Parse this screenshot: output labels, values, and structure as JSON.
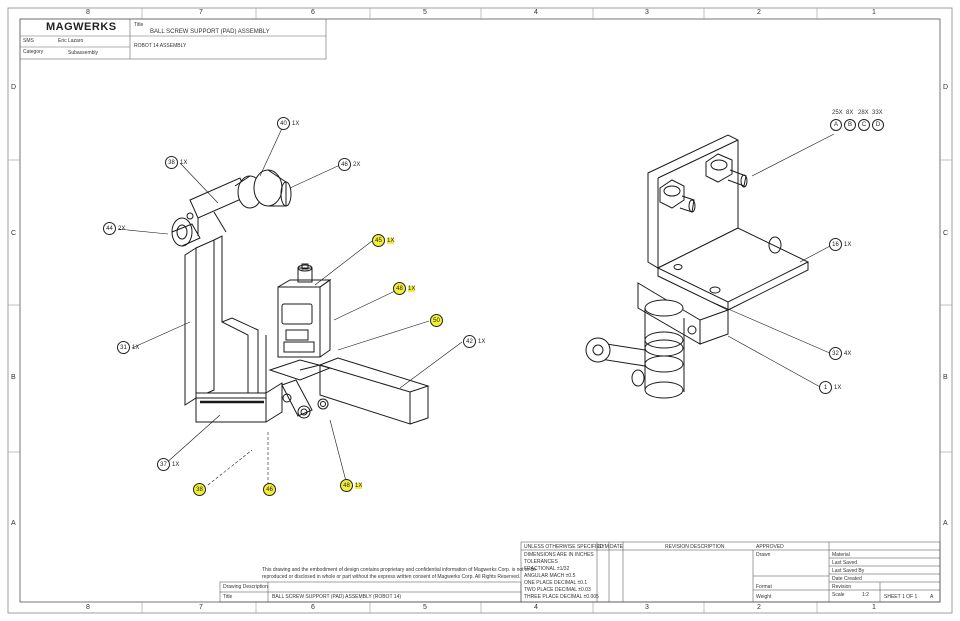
{
  "header": {
    "company": "MAGWERKS",
    "part_title": "BALL SCREW SUPPORT (PAD) ASSEMBLY",
    "part_number": "ROBOT 14 ASSEMBLY",
    "fields": [
      {
        "label": "SMS",
        "value": "Eric Lazaro"
      },
      {
        "label": "Category",
        "value": "Subassembly"
      }
    ]
  },
  "zones": {
    "columns": [
      "8",
      "7",
      "6",
      "5",
      "4",
      "3",
      "2",
      "1"
    ],
    "rows": [
      "D",
      "C",
      "B",
      "A"
    ]
  },
  "balloons_left": [
    {
      "id": "40",
      "qty": "1X"
    },
    {
      "id": "38",
      "qty": "1X"
    },
    {
      "id": "46",
      "qty": "2X"
    },
    {
      "id": "44",
      "qty": "2X"
    },
    {
      "id": "45",
      "qty": "1X"
    },
    {
      "id": "48",
      "qty": "1X"
    },
    {
      "id": "50",
      "qty": ""
    },
    {
      "id": "31",
      "qty": "1X"
    },
    {
      "id": "42",
      "qty": "1X"
    },
    {
      "id": "37",
      "qty": "1X"
    },
    {
      "id": "38",
      "qty": ""
    },
    {
      "id": "46",
      "qty": ""
    },
    {
      "id": "48",
      "qty": "1X"
    }
  ],
  "balloons_right": [
    {
      "id": "16",
      "qty": "1X"
    },
    {
      "id": "32",
      "qty": "4X"
    },
    {
      "id": "1",
      "qty": "1X"
    }
  ],
  "top_right_callout": {
    "counts": [
      "25X",
      "8X",
      "28X",
      "33X"
    ],
    "ids": [
      "A",
      "B",
      "C",
      "D"
    ]
  },
  "notice": [
    "This drawing and the embodiment of design contains proprietary and confidential information of Magwerks Corp. is not to be",
    "reproduced or disclosed in whole or part without the express written consent of Magwerks Corp. All Rights Reserved."
  ],
  "drawing_description": {
    "label": "Drawing Description",
    "title_label": "Title",
    "title_value": "BALL SCREW SUPPORT (PAD) ASSEMBLY (ROBOT 14)"
  },
  "title_block": {
    "header": "UNLESS OTHERWISE SPECIFIED",
    "sym": "SYM",
    "date": "DATE",
    "rev_label": "REVISION DESCRIPTION",
    "notes": [
      "DIMENSIONS ARE IN INCHES",
      "TOLERANCES",
      "FRACTIONAL  ±1/32",
      "ANGULAR MACH  ±0.5",
      "ONE PLACE DECIMAL  ±0.1",
      "TWO PLACE DECIMAL  ±0.03",
      "THREE PLACE DECIMAL  ±0.005"
    ],
    "approved": "APPROVED",
    "drawn": "Drawn",
    "right_fields": [
      "Material",
      "Last Saved",
      "Last Saved By",
      "Date Created",
      "Revision",
      "Scale"
    ],
    "scale_value": "1:2",
    "format": "Format",
    "sheet": "SHEET 1 OF 1",
    "rev": "A",
    "weight": "Weight"
  },
  "colors": {
    "highlight": "#f2ee37",
    "line": "#1a1a1a"
  }
}
